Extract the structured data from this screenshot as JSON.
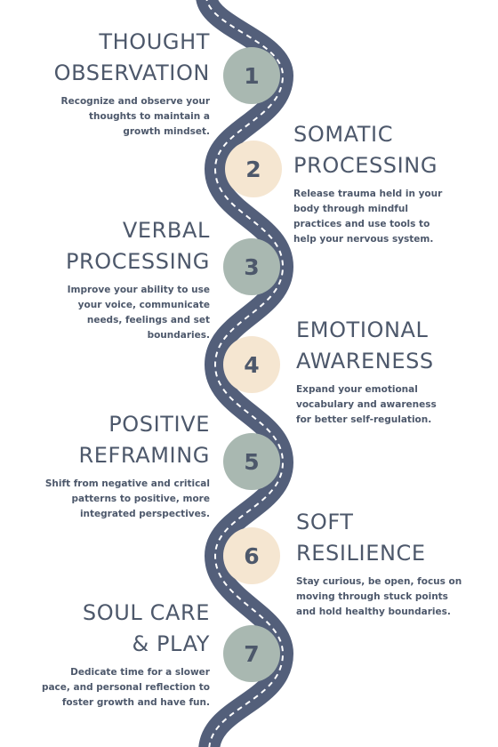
{
  "colors": {
    "road": "#535f7a",
    "lane_marking": "#ffffff",
    "text": "#4d586b",
    "circle_sage": "#a9b8b1",
    "circle_cream": "#f5e6d1",
    "background": "#ffffff"
  },
  "steps": [
    {
      "number": "1",
      "title_lines": [
        "THOUGHT",
        "OBSERVATION"
      ],
      "description_lines": [
        "Recognize and observe your",
        "thoughts to maintain a",
        "growth mindset."
      ]
    },
    {
      "number": "2",
      "title_lines": [
        "SOMATIC",
        "PROCESSING"
      ],
      "description_lines": [
        "Release trauma held in your",
        "body through mindful",
        "practices and use tools to",
        "help your nervous system."
      ]
    },
    {
      "number": "3",
      "title_lines": [
        "VERBAL",
        "PROCESSING"
      ],
      "description_lines": [
        "Improve your ability to use",
        "your voice, communicate",
        "needs, feelings and set",
        "boundaries."
      ]
    },
    {
      "number": "4",
      "title_lines": [
        "EMOTIONAL",
        "AWARENESS"
      ],
      "description_lines": [
        "Expand your emotional",
        "vocabulary and awareness",
        "for better self-regulation."
      ]
    },
    {
      "number": "5",
      "title_lines": [
        "POSITIVE",
        "REFRAMING"
      ],
      "description_lines": [
        "Shift from negative and critical",
        "patterns to positive, more",
        "integrated perspectives."
      ]
    },
    {
      "number": "6",
      "title_lines": [
        "SOFT",
        "RESILIENCE"
      ],
      "description_lines": [
        "Stay curious, be open, focus on",
        "moving through stuck points",
        "and hold healthy boundaries."
      ]
    },
    {
      "number": "7",
      "title_lines": [
        "SOUL CARE",
        "& PLAY"
      ],
      "description_lines": [
        "Dedicate time for a slower",
        "pace, and personal reflection to",
        "foster growth and have fun."
      ]
    }
  ]
}
